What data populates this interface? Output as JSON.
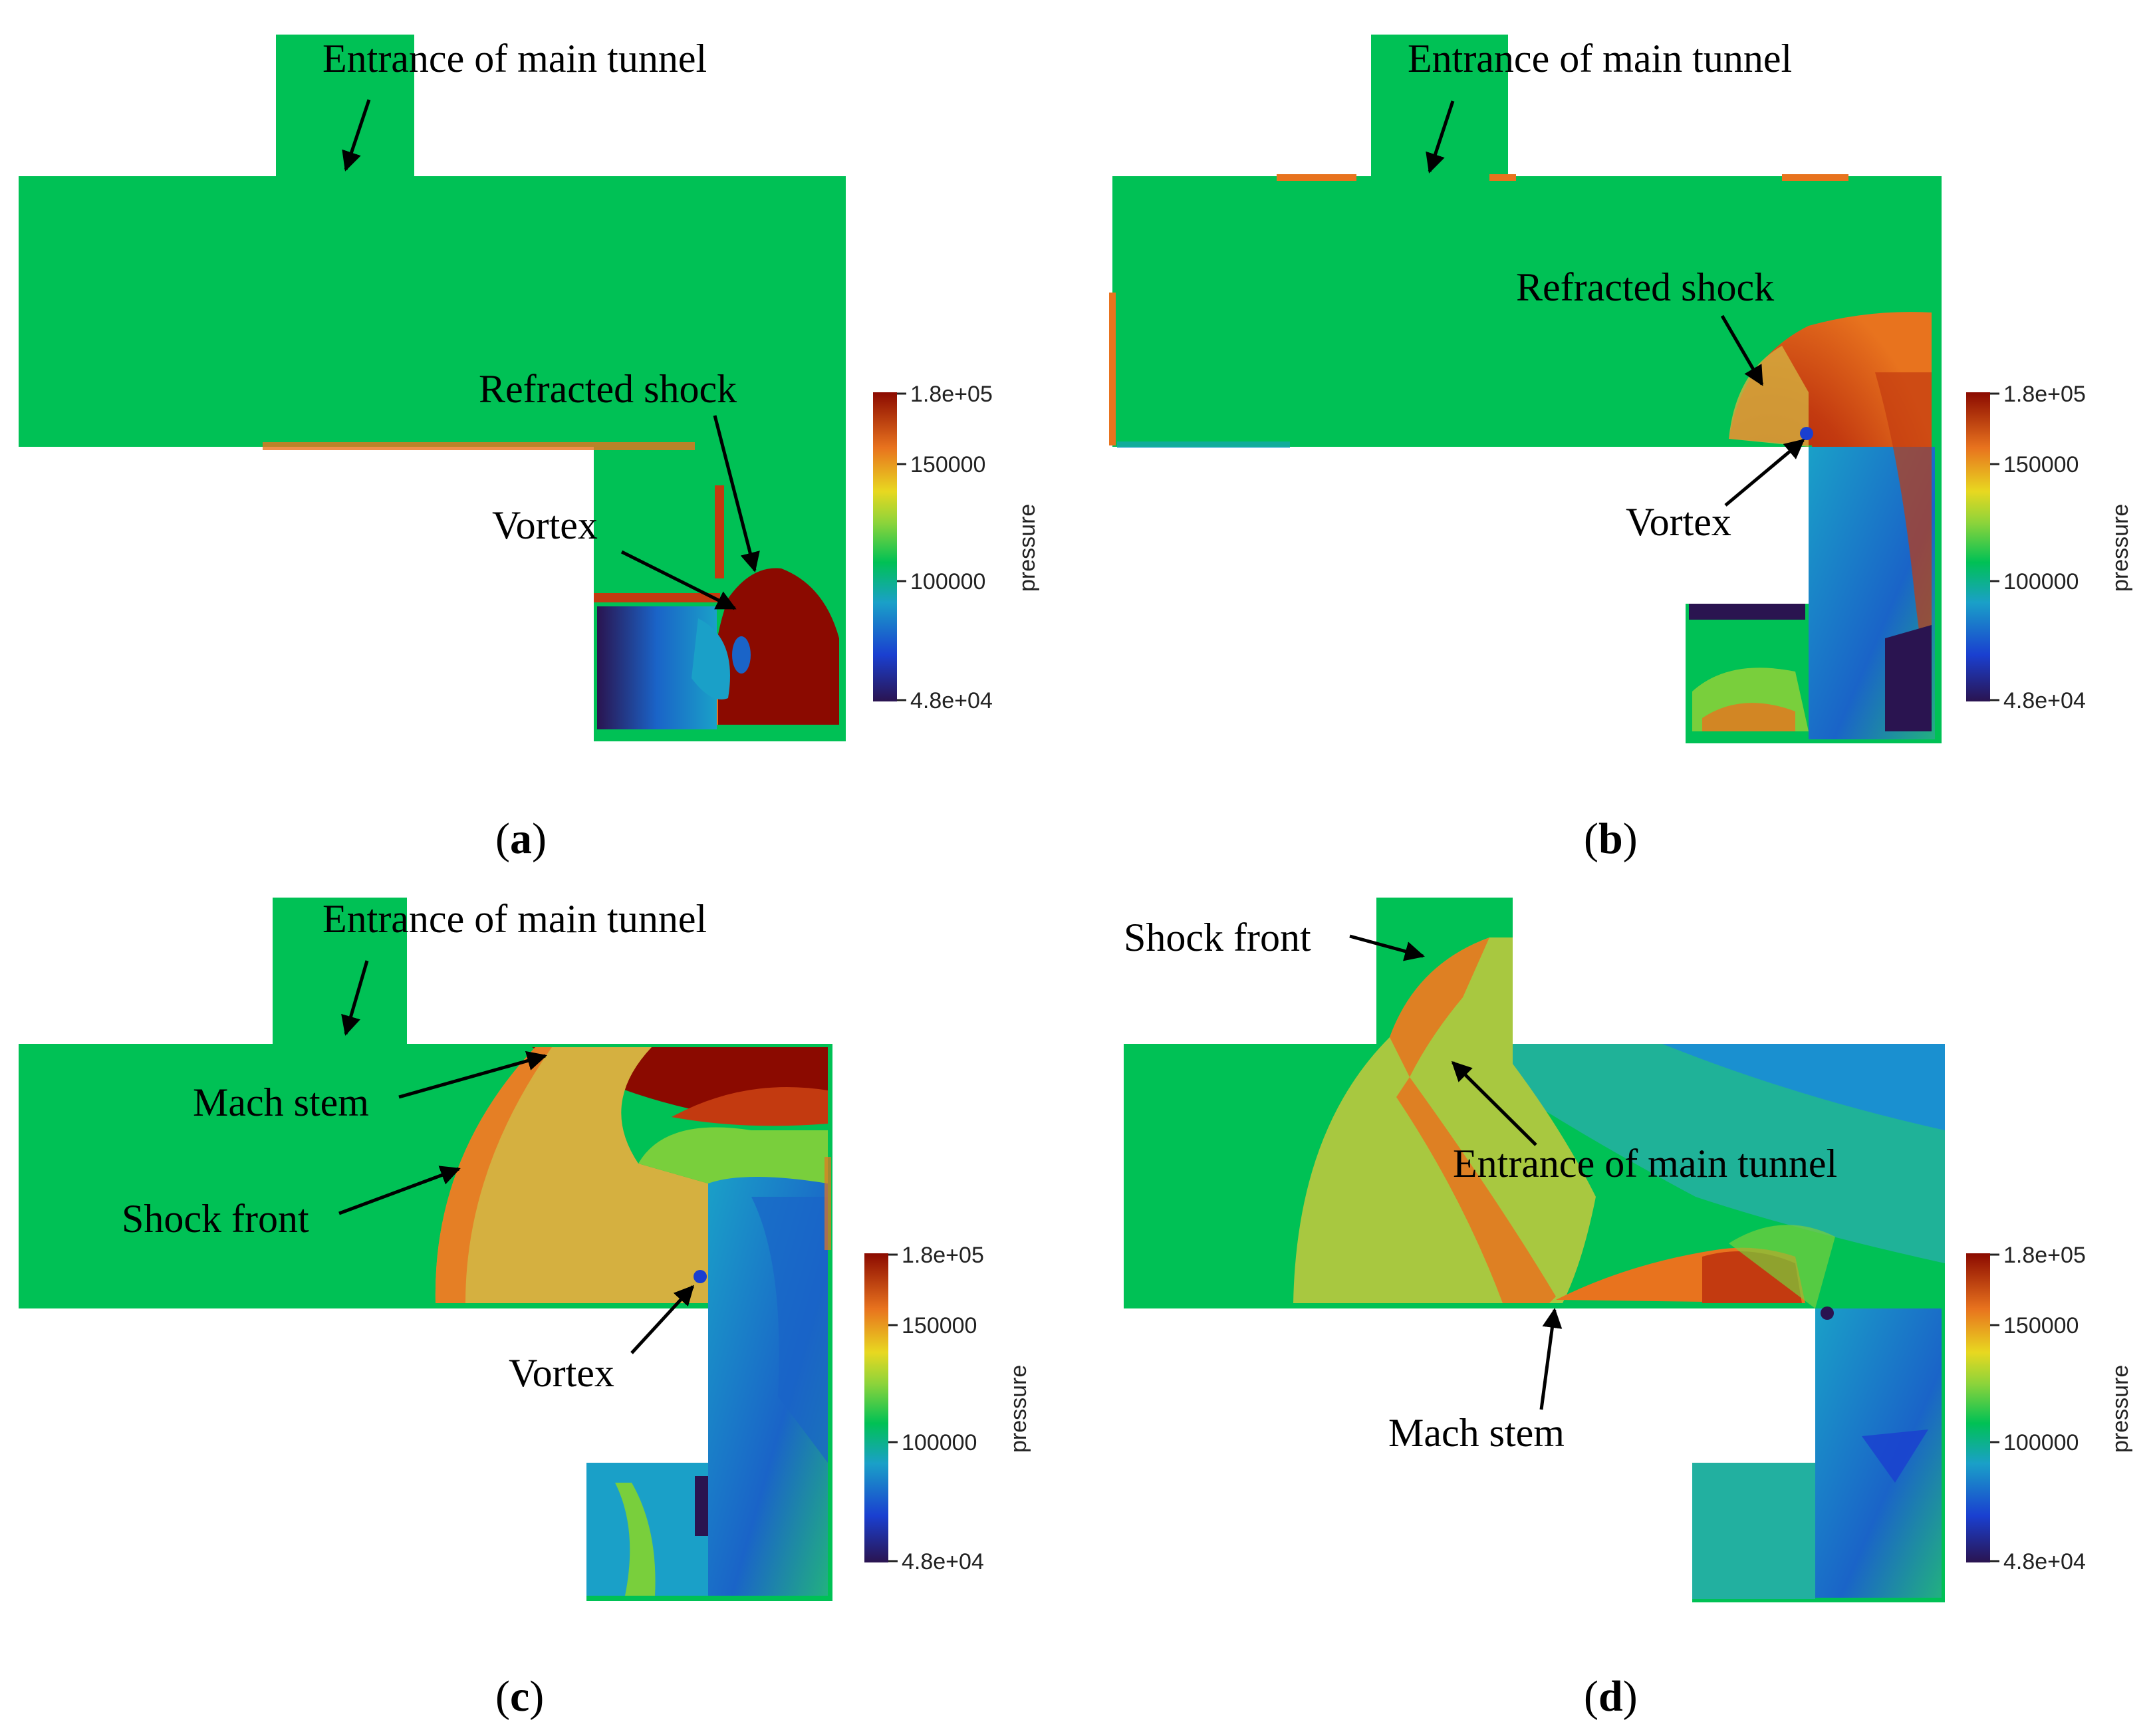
{
  "figure": {
    "panels": [
      {
        "id": "a",
        "caption_letter": "a",
        "labels": {
          "entrance": "Entrance of main tunnel",
          "refracted_shock": "Refracted shock",
          "vortex": "Vortex"
        }
      },
      {
        "id": "b",
        "caption_letter": "b",
        "labels": {
          "entrance": "Entrance of main tunnel",
          "refracted_shock": "Refracted shock",
          "vortex": "Vortex"
        }
      },
      {
        "id": "c",
        "caption_letter": "c",
        "labels": {
          "entrance": "Entrance of main tunnel",
          "mach_stem": "Mach stem",
          "shock_front": "Shock front",
          "vortex": "Vortex"
        }
      },
      {
        "id": "d",
        "caption_letter": "d",
        "labels": {
          "shock_front": "Shock front",
          "entrance": "Entrance of main tunnel",
          "mach_stem": "Mach stem"
        }
      }
    ],
    "colorbar": {
      "title": "pressure",
      "max_label": "1.8e+05",
      "tick_150000": "150000",
      "tick_100000": "100000",
      "min_label": "4.8e+04",
      "min_value": 48000,
      "max_value": 180000
    },
    "colors": {
      "ambient": "#00c155",
      "high": "#8b0a00",
      "orange": "#e8731e",
      "yellow": "#c7c740",
      "light_green": "#79cf3c",
      "cyan": "#1aa0c8",
      "blue": "#1a64c8",
      "dark_blue": "#2a1450"
    }
  }
}
